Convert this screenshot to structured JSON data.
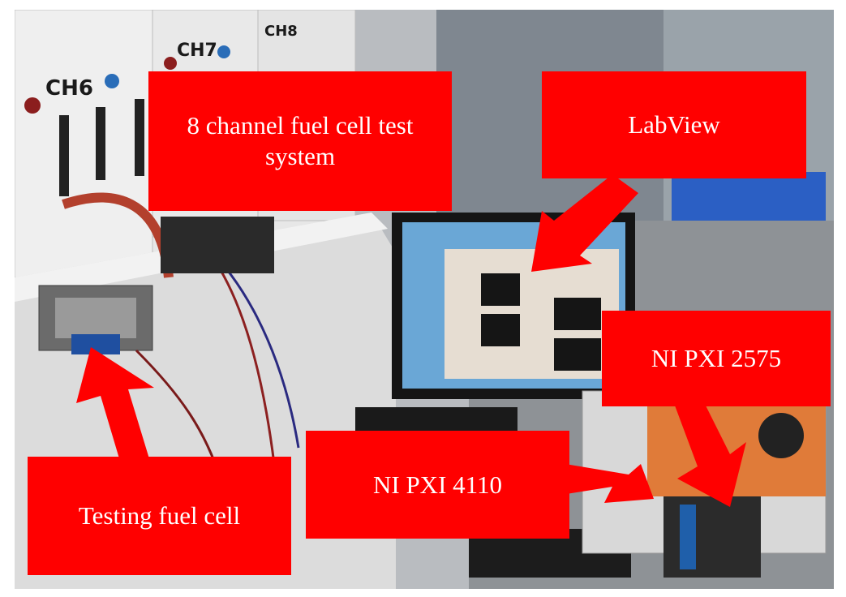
{
  "figure": {
    "labels": {
      "test_system": "8 channel fuel cell test system",
      "labview": "LabView",
      "pxi_2575": "NI PXI 2575",
      "pxi_4110": "NI PXI 4110",
      "testing_fuel_cell": "Testing fuel cell"
    },
    "channel_labels": [
      "CH6",
      "CH7",
      "CH8"
    ]
  },
  "colors": {
    "callout": "#ff0000",
    "callout_text": "#ffffff"
  }
}
